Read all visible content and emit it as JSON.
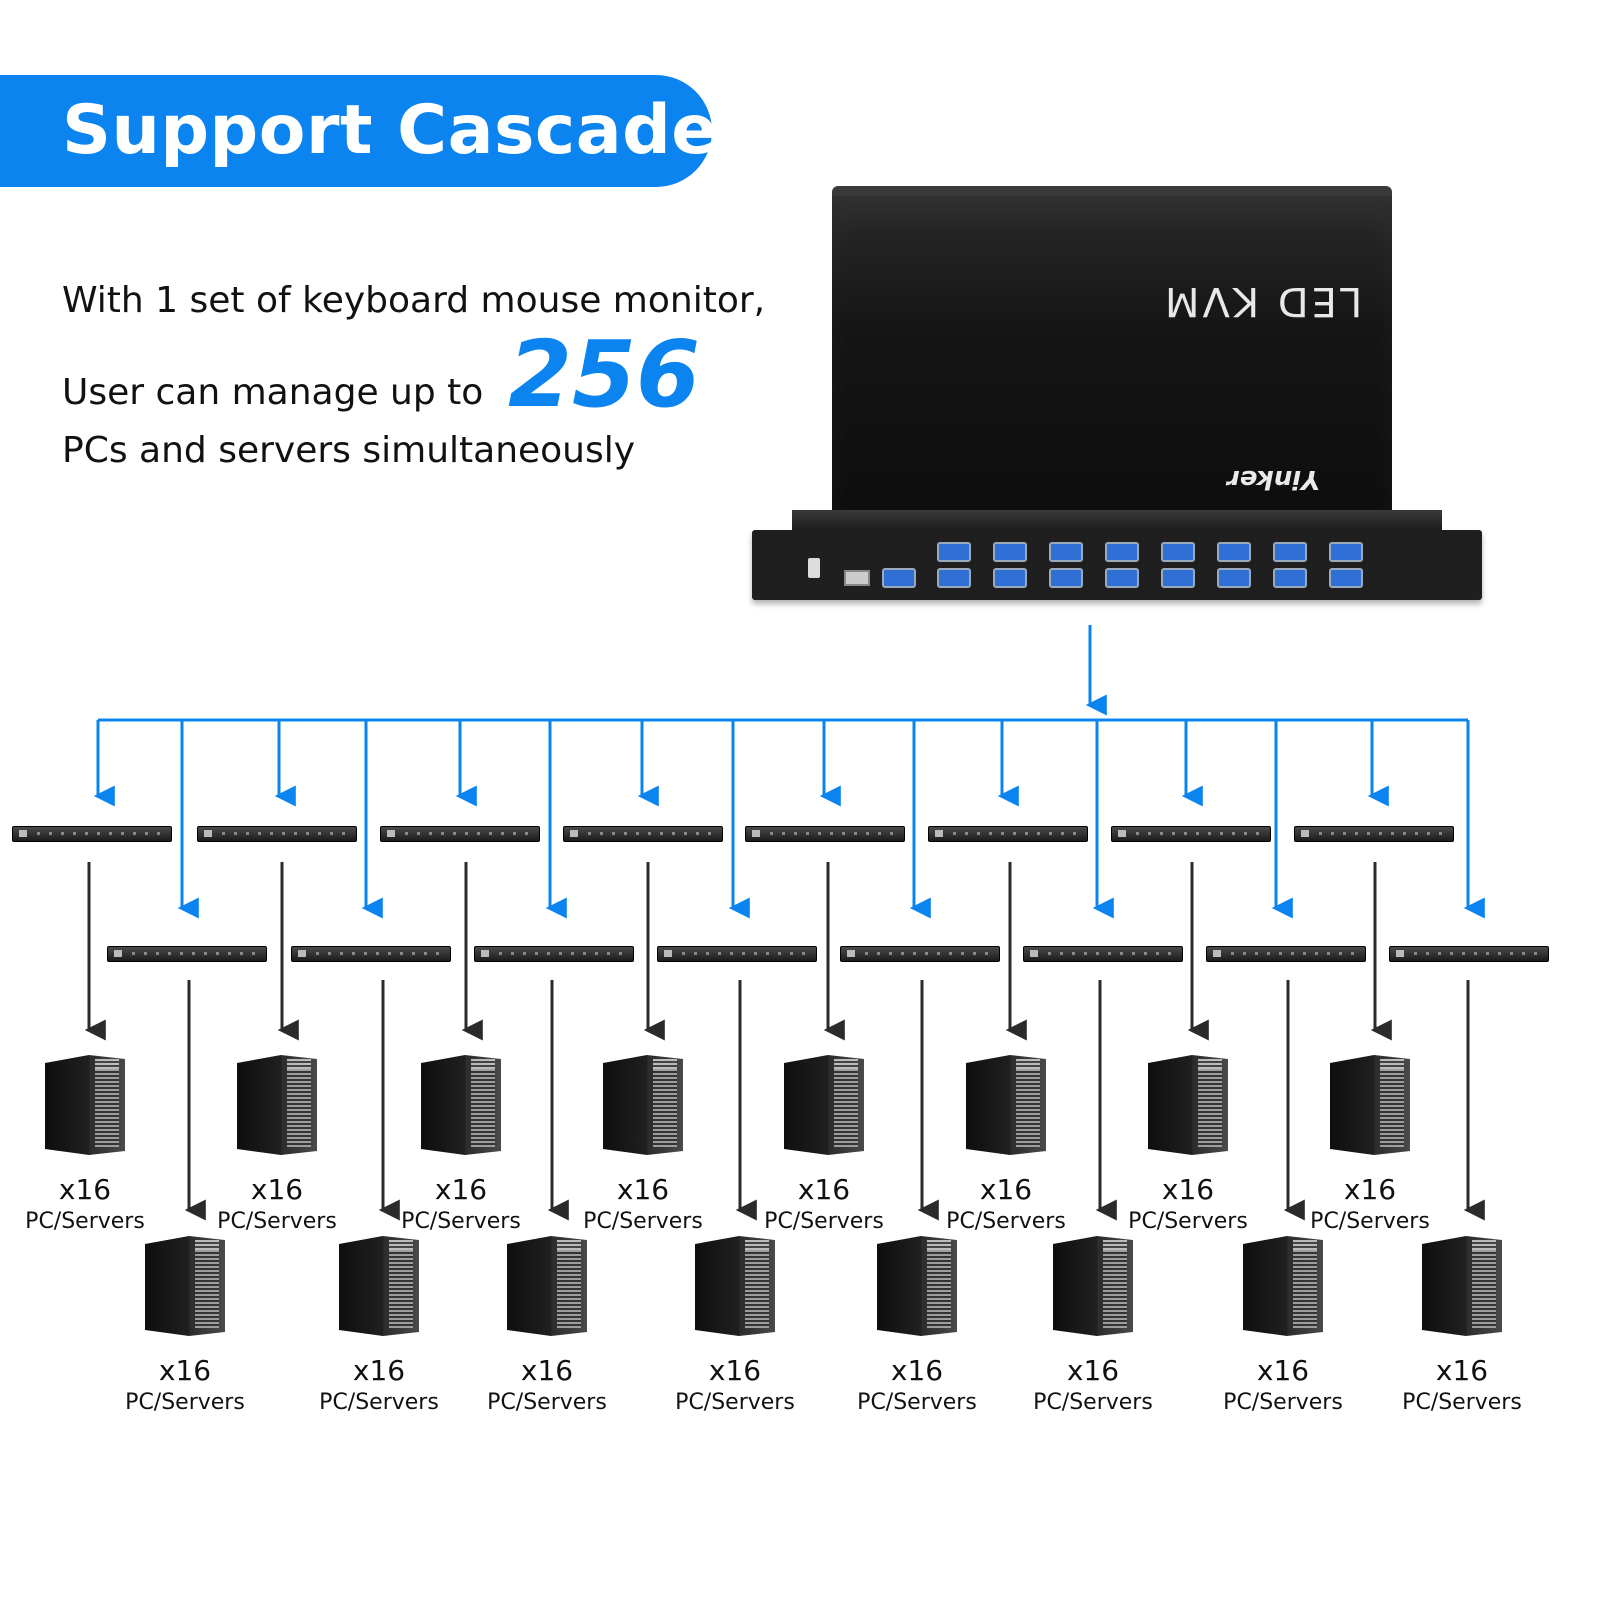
{
  "banner": {
    "title": "Support Cascade"
  },
  "description": {
    "line1": "With 1 set of keyboard mouse monitor,",
    "line2": "User can manage up to",
    "highlight": "256",
    "line3": "PCs and servers simultaneously"
  },
  "device": {
    "label": "LED KVM",
    "brand": "Yinker"
  },
  "colors": {
    "accent": "#0b84f0",
    "arrow": "#2b2b2b",
    "text": "#111111"
  },
  "node_label": {
    "quantity": "x16",
    "description": "PC/Servers"
  },
  "nodes_top_row": [
    {
      "quantity": "x16",
      "description": "PC/Servers"
    },
    {
      "quantity": "x16",
      "description": "PC/Servers"
    },
    {
      "quantity": "x16",
      "description": "PC/Servers"
    },
    {
      "quantity": "x16",
      "description": "PC/Servers"
    },
    {
      "quantity": "x16",
      "description": "PC/Servers"
    },
    {
      "quantity": "x16",
      "description": "PC/Servers"
    },
    {
      "quantity": "x16",
      "description": "PC/Servers"
    },
    {
      "quantity": "x16",
      "description": "PC/Servers"
    }
  ],
  "nodes_bottom_row": [
    {
      "quantity": "x16",
      "description": "PC/Servers"
    },
    {
      "quantity": "x16",
      "description": "PC/Servers"
    },
    {
      "quantity": "x16",
      "description": "PC/Servers"
    },
    {
      "quantity": "x16",
      "description": "PC/Servers"
    },
    {
      "quantity": "x16",
      "description": "PC/Servers"
    },
    {
      "quantity": "x16",
      "description": "PC/Servers"
    },
    {
      "quantity": "x16",
      "description": "PC/Servers"
    },
    {
      "quantity": "x16",
      "description": "PC/Servers"
    }
  ]
}
